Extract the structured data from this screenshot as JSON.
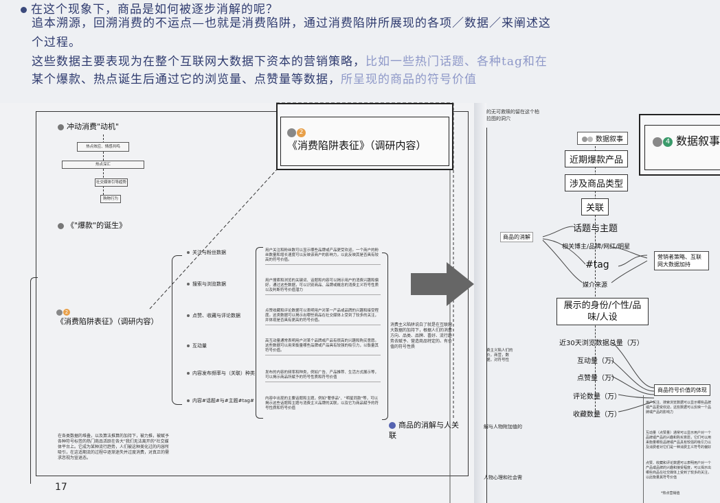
{
  "handwriting": {
    "line1": "在这个现象下，商品是如何被逐步消解的呢？",
    "line2": "追本溯源，回溯消费的不运点—也就是消费陷阱，通过消费陷阱所展现的各项／数据／来阐述这",
    "line3": "个过程。",
    "line4_dark": "这些数据主要表现为在整个互联网大数据下资本的营销策略，",
    "line4_faded": "比如一些热门话题、各种tag和在",
    "line5_dark": "某个爆款、热点诞生后通过它的浏览量、点赞量等数据，",
    "line5_faded": "所呈现的商品的符号价值"
  },
  "left_page": {
    "sec1_title": "冲动消费\"动机\"",
    "flow_boxes": [
      "热点效应、情感共鸣",
      "热点深汇",
      "社交媒体引导趋势",
      "购物行为"
    ],
    "sec2_title": "《\"爆款\"的诞生》",
    "sec3_title": "《消费陷阱表征》（调研内容）",
    "badge_number": "2",
    "branches": [
      {
        "label": "关注与粉丝数据",
        "desc": "用户关注和粉丝数可以显示哪些品牌或产品更受欢迎。一个商户的粉丝数量和增长速度可以反映该商户的影响力，以此反映其是否具有较高的符号价值。"
      },
      {
        "label": "搜索与浏览数据",
        "desc": "用户搜索和浏览的关键词、话题和内容可以揭示用户的消费兴趣和偏好。通过这些数据，可以识别商品、品牌或概念的消费主义符号性质以及判断符号价值潜力"
      },
      {
        "label": "点赞、收藏与评论数据",
        "desc": "点赞收藏和评论数据可以表明用户对某一产品或品牌的兴趣和接受程度。这类数据可以揭示出哪些商品在社交媒体上受到了较多的关注，并体现是否具有更高的符号价值。"
      },
      {
        "label": "互动量",
        "desc": "高互动量通常表明用户对某个品牌或产品有很高的兴趣和购买意愿。这些数据可以用来衡量哪些品牌或产品具有较强的吸引力，以衡量其符号价值。"
      },
      {
        "label": "内容发布频率与（关联）种类",
        "desc": "发布的内容的频率和种类，例如广告、产品推荐、生活方式展示等，可以揭示商品所赋予的符号性质和符号价值"
      },
      {
        "label": "内容#话题#与#主题#tag#",
        "desc": "内容中出现的主要话题和主题，例如\"奢侈品\"、\"明星同款\"等，可以揭示这些话题和主题与消费主义品牌的关联，以及它为商品赋予的符号性质和符号价值"
      }
    ],
    "summary": "消费主义陷阱说白了就是在互联网大数据的加持下，根据人们的消费方向、品类、品牌、喜好、流行趋势去赋予、营造商品特定的、有价值的符号性质",
    "bottom_note": "在各类数据的堆叠，以及算法推算的加持下，被力推，被赋予各种符号标签的热门商品活跃在各大\"我们无法离开的\"社交媒体平台上。它成为某种流行趋势，人们被这种美化过的内容所吸引，在这适期流的过程中逐渐迷失并过度消费，对真正的需求忽视为宣退态。",
    "page_number": "17",
    "callout_title": "《消费陷阱表征》（调研内容）",
    "callout_badge": "2",
    "right_node": "商品的消解与人关联"
  },
  "middle": {
    "top_text": "的无可救赎的留在这个柏拉图的洞穴",
    "cut1": "费主义陷人们的价，商营，数据，对符号性",
    "cut2": "解与人物附加值的",
    "cut3": "人物心理和社会需"
  },
  "right_page": {
    "top_node": "数据叙事",
    "callout_title": "数据叙事",
    "callout_badge": "4",
    "nodes": [
      "近期爆款产品",
      "涉及商品类型",
      "关联",
      "话题与主题",
      "相关博主/品牌/网红/明星",
      "#tag",
      "媒介来源",
      "展示的身份/个性/品味/人设"
    ],
    "side_label": "商品的消解",
    "marketing_box": "营销者策略、互联网大数据加持",
    "metrics": [
      "近30天浏览数据总量（万）",
      "互动量（万）",
      "点赞量（万）",
      "评论数量（万）",
      "收藏数量（万）"
    ],
    "symbol_box": "商品符号价值的体现",
    "symbol_paragraphs": [
      "用户关注、搜索浏览数据可以显示哪些品牌或产品更受欢迎，这些数据可以反映一个品牌或产品的影响力",
      "互动量（点赞量）通常可以显示用户对一个品牌或产品的兴趣和购买意愿，它们可以用来衡量哪些品牌或产品具有较强的吸引力以及消费者对它们是一种消费主义符号的偏好",
      "点赞、收藏和评论数据可以表明用户对一个产品或品牌的兴趣和接受程度，可以揭示出哪些商品在社交媒体上受到了较多的关注，以此衡量其符号价值"
    ],
    "footnote": "*热点营销值"
  }
}
